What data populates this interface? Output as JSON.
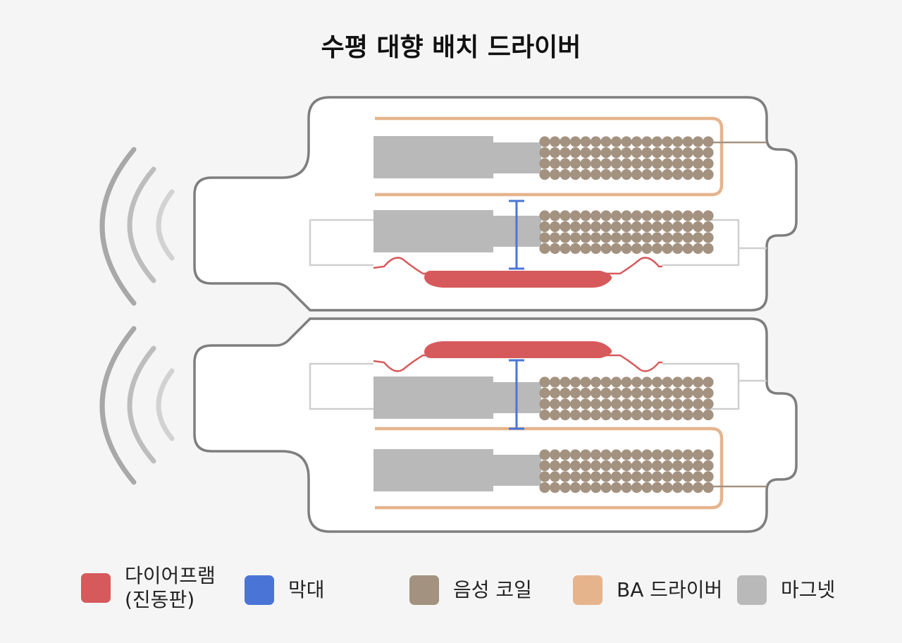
{
  "title": "수평 대향 배치 드라이버",
  "colors": {
    "diaphragm": "#d65a5c",
    "rod": "#4a75d6",
    "voice_coil": "#a49280",
    "ba_driver": "#e6b48c",
    "magnet": "#b9b9b9",
    "outline": "#7e7e7e",
    "inner_line": "#cfcfcf",
    "wave": "#b0b0b0"
  },
  "legend": [
    {
      "key": "diaphragm",
      "label": "다이어프램\n(진동판)"
    },
    {
      "key": "rod",
      "label": "막대"
    },
    {
      "key": "voice_coil",
      "label": "음성 코일"
    },
    {
      "key": "ba_driver",
      "label": "BA 드라이버"
    },
    {
      "key": "magnet",
      "label": "마그넷"
    }
  ]
}
